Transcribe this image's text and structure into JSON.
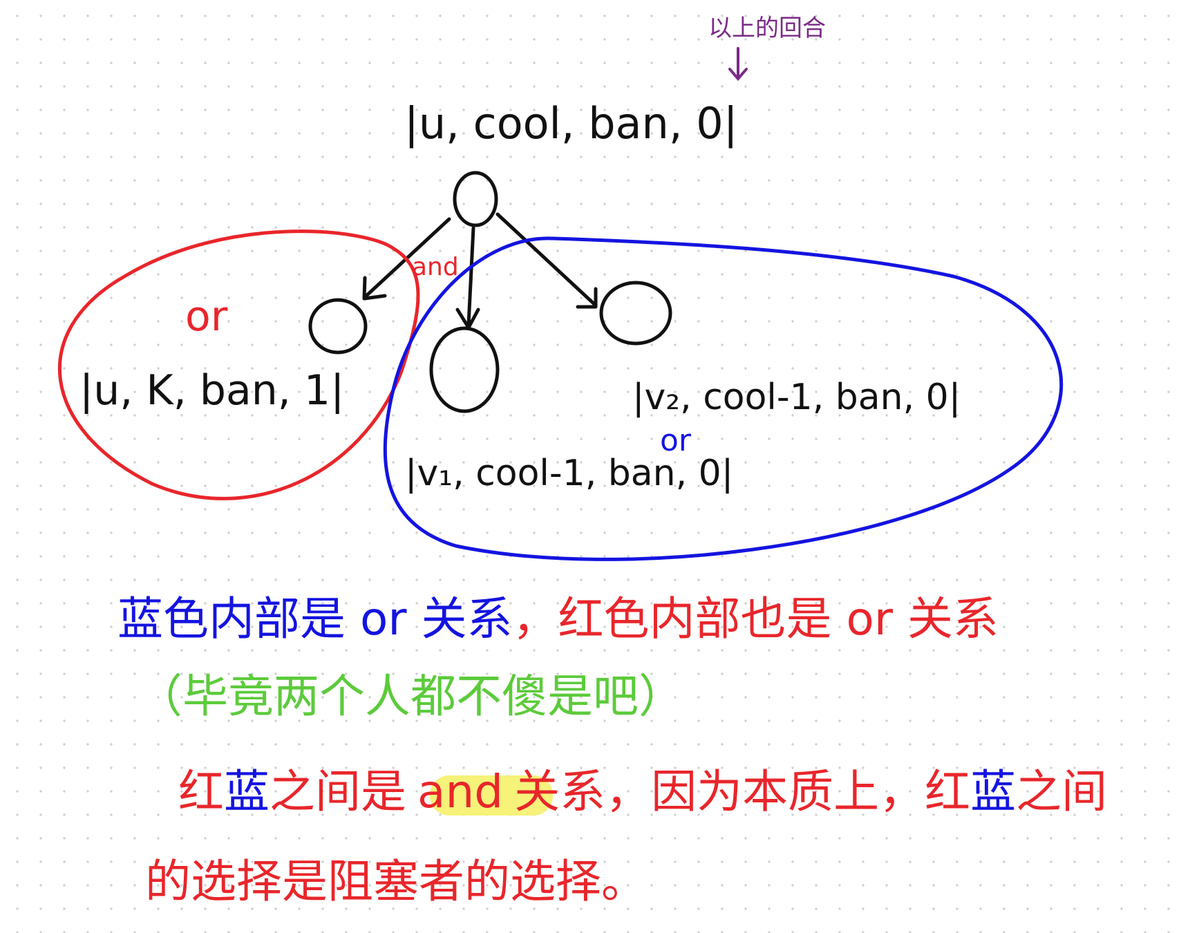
{
  "colors": {
    "black_ink": "#111111",
    "red_ink": "#e8262b",
    "blue_ink": "#1414e0",
    "green_ink": "#5ccb3b",
    "purple_ink": "#7a2a86",
    "highlight": "#f6f27a"
  },
  "diagram": {
    "root": {
      "annotation": "以上的回合",
      "state": "|u, cool, ban, 0|"
    },
    "edge_label_and": "and",
    "red_group": {
      "or_label": "or",
      "state": "|u, K, ban, 1|"
    },
    "blue_group": {
      "or_label": "or",
      "state_v1": "|v₁, cool-1, ban, 0|",
      "state_v2": "|v₂, cool-1, ban, 0|"
    }
  },
  "notes": {
    "line1_blue": "蓝色内部是 or 关系",
    "line1_red": "，红色内部也是 or 关系",
    "line2_green": "（毕竟两个人都不傻是吧）",
    "line3_red_a": "红",
    "line3_blue_a": "蓝",
    "line3_red_b": "之间是",
    "line3_highlight": "and",
    "line3_red_c": "关系，因为本质上，红",
    "line3_blue_b": "蓝",
    "line3_red_d": "之间",
    "line4_red": "的选择是阻塞者的选择。"
  }
}
